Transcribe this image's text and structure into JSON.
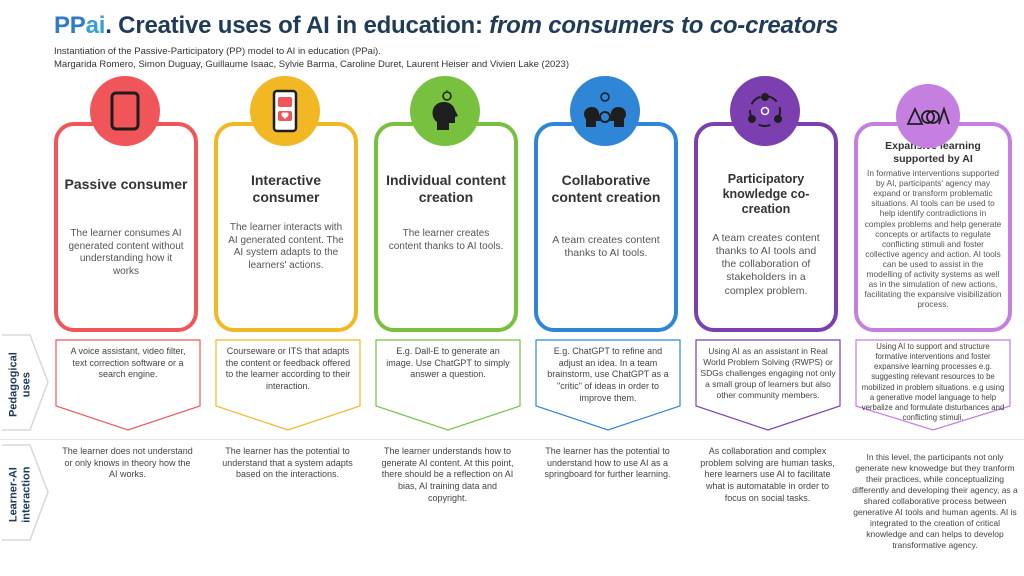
{
  "header": {
    "title_brand_pp": "PP",
    "title_brand_ai": "ai",
    "title_main": ". Creative uses of AI in education: ",
    "title_italic": "from consumers to co-creators",
    "subtitle": "Instantiation of the Passive-Participatory (PP) model to AI in education (PPai).",
    "authors": "Margarida Romero, Simon Duguay, Guillaume Isaac, Sylvie Barma, Caroline Duret, Laurent Heiser and Vivien Lake (2023)"
  },
  "row_labels": {
    "pedagogical": [
      "Pedagogical",
      "uses"
    ],
    "learner_ai": [
      "Learner-AI",
      "interaction"
    ]
  },
  "levels": [
    {
      "title": "Passive consumer",
      "icon": "tablet-icon",
      "color": "#f0555a",
      "description": "The learner consumes AI generated content without understanding how it works",
      "pedagogical_use": "A voice assistant, video filter, text correction software or a search engine.",
      "learner_ai": "The learner does not understand or only knows in theory how the AI works."
    },
    {
      "title": "Interactive consumer",
      "icon": "phone-like-icon",
      "color": "#f2b824",
      "description": "The learner interacts with AI generated content. The AI system adapts to the learners' actions.",
      "pedagogical_use": "Courseware or ITS that adapts the content or feedback offered to the learner according to their interaction.",
      "learner_ai": "The learner has the potential to understand that a system adapts based on the interactions."
    },
    {
      "title": "Individual content creation",
      "icon": "head-idea-icon",
      "color": "#77c13f",
      "description": "The learner creates content thanks to AI tools.",
      "pedagogical_use": "E.g.  Dall-E to generate an image. Use ChatGPT to simply answer a question.",
      "learner_ai": "The learner understands how to generate AI content. At this point, there should be a reflection on AI bias, AI training data and copyright."
    },
    {
      "title": "Collaborative content creation",
      "icon": "team-idea-icon",
      "color": "#2f86d6",
      "description": "A team creates content thanks to AI tools.",
      "pedagogical_use": "E.g. ChatGPT to refine and adjust an idea. In a team brainstorm, use ChatGPT as a \"critic\" of ideas in order to improve them.",
      "learner_ai": "The learner has the potential to understand how to use AI as a springboard for further learning."
    },
    {
      "title": "Participatory knowledge co-creation",
      "icon": "cycle-icon",
      "color": "#7b3fb0",
      "description": "A team creates content thanks to AI tools and the collaboration of stakeholders in a complex problem.",
      "pedagogical_use": "Using AI as an assistant in Real World Problem Solving (RWPS) or SDGs challenges engaging not only a small group of learners but also  other community members.",
      "learner_ai": "As collaboration and complex problem solving are human tasks, here learners use AI to facilitate what is automatable in order to focus on social tasks."
    },
    {
      "title": "Expansive learning supported by AI",
      "icon": "triangle-circles-icon",
      "color": "#c47fe0",
      "description": "In formative interventions supported by AI, participants' agency may expand or transform problematic situations. AI tools can be used to help identify contradictions in complex problems and help generate concepts or artifacts to regulate conflicting stimuli and foster collective agency and action. AI tools can be used to assist in the modelling of activity systems as well as in the simulation of new actions, facilitating the expansive visibilization process.",
      "pedagogical_use": "Using AI to support and structure formative interventions and foster expansive learning processes e.g. suggesting relevant resources to be mobilized in problem situations. e.g using a generative model language to help verbalize and formulate disturbances and conflicting stimuli.",
      "learner_ai": "In this level, the participants  not only generate new knowedge but they tranform their practices, while conceptualizing differently and developing their agency, as a shared collaborative process between generative AI tools and human agents. AI is integrated to the creation of critical knowledge and can helps to develop transformative agency."
    }
  ]
}
